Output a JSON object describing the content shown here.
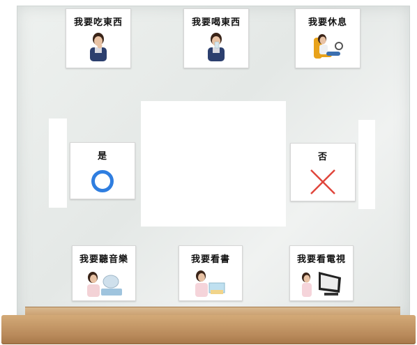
{
  "board": {
    "cards": {
      "eat": {
        "label": "我要吃東西"
      },
      "drink": {
        "label": "我要喝東西"
      },
      "rest": {
        "label": "我要休息"
      },
      "yes": {
        "label": "是"
      },
      "no": {
        "label": "否"
      },
      "music": {
        "label": "我要聽音樂"
      },
      "book": {
        "label": "我要看書"
      },
      "tv": {
        "label": "我要看電視"
      }
    }
  },
  "colors": {
    "yes_icon": "#2f7ee0",
    "no_icon": "#e0463c",
    "wood": "#c59867",
    "acrylic": "#e8ecea"
  },
  "icons": {
    "yes": "circle-icon",
    "no": "cross-icon"
  }
}
